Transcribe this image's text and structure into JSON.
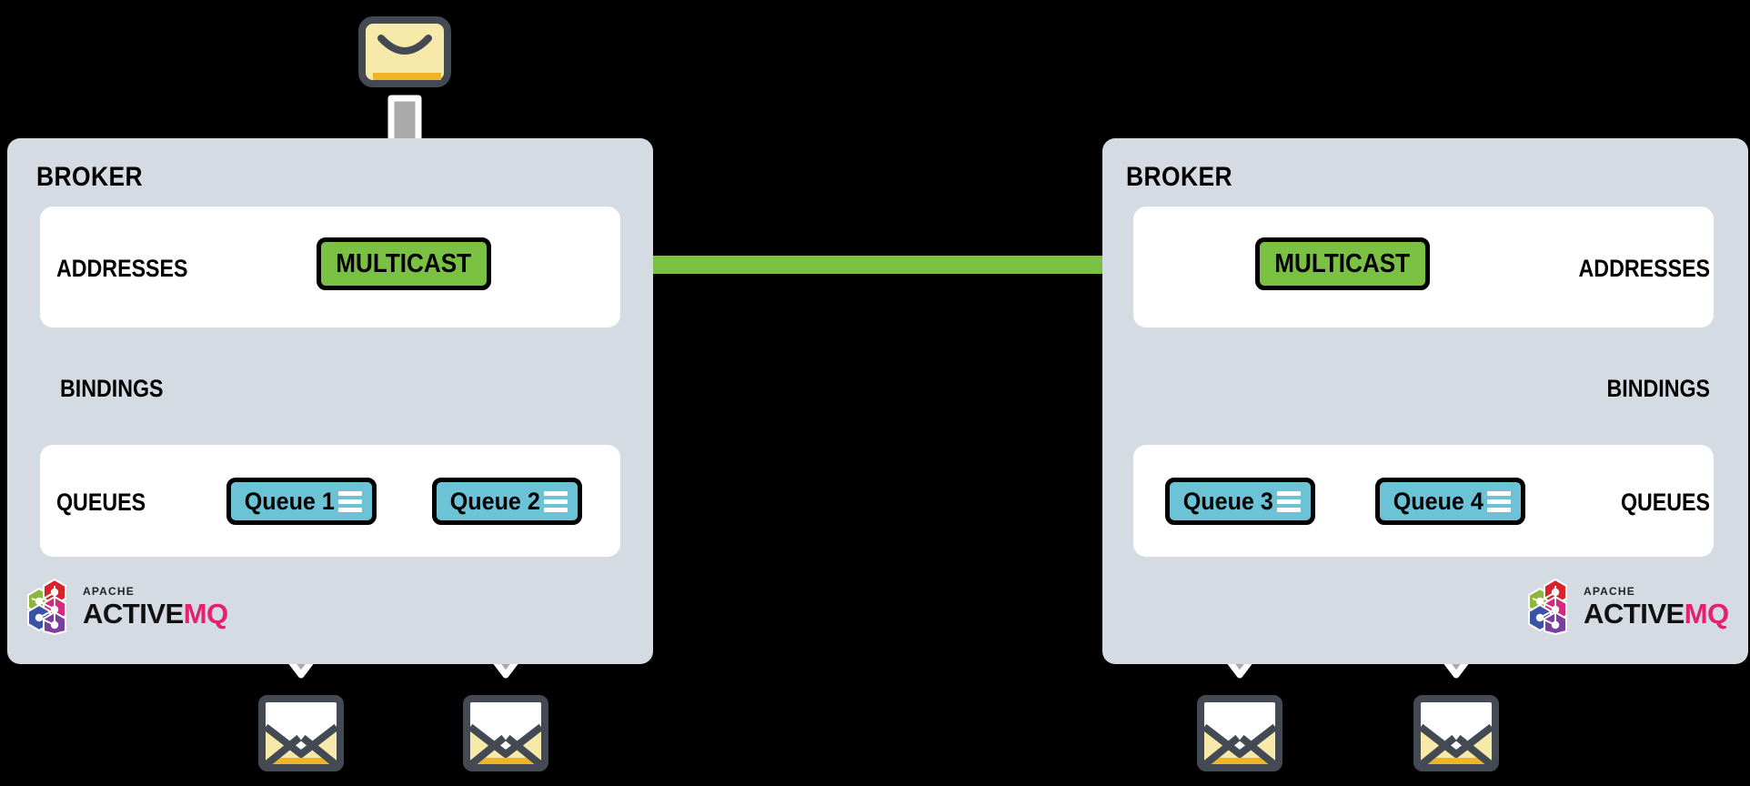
{
  "diagram": {
    "title": "ActiveMQ Artemis multicast address federation between two brokers",
    "brokers": [
      {
        "id": "broker-left",
        "title": "BROKER",
        "side": "left",
        "rows": [
          {
            "label": "ADDRESSES"
          },
          {
            "label": "BINDINGS"
          },
          {
            "label": "QUEUES"
          }
        ],
        "address": {
          "label": "MULTICAST",
          "type": "multicast"
        },
        "queues": [
          {
            "label": "Queue 1",
            "icon": "list-lines-icon"
          },
          {
            "label": "Queue 2",
            "icon": "list-lines-icon"
          }
        ],
        "logo": {
          "apache": "APACHE",
          "active": "ACTIVE",
          "mq": "MQ"
        }
      },
      {
        "id": "broker-right",
        "title": "BROKER",
        "side": "right",
        "rows": [
          {
            "label": "ADDRESSES"
          },
          {
            "label": "BINDINGS"
          },
          {
            "label": "QUEUES"
          }
        ],
        "address": {
          "label": "MULTICAST",
          "type": "multicast"
        },
        "queues": [
          {
            "label": "Queue 3",
            "icon": "list-lines-icon"
          },
          {
            "label": "Queue 4",
            "icon": "list-lines-icon"
          }
        ],
        "logo": {
          "apache": "APACHE",
          "active": "ACTIVE",
          "mq": "MQ"
        }
      }
    ],
    "messages": {
      "producer": {
        "icon": "closed-envelope-icon",
        "count": 1
      },
      "consumers": {
        "icon": "open-envelope-icon",
        "count": 4
      }
    },
    "flows": [
      {
        "from": "producer-message",
        "to": "broker-left.MULTICAST",
        "style": "gray-arrow"
      },
      {
        "from": "broker-left.MULTICAST",
        "to": "broker-left.Queue 1",
        "style": "green-arrow"
      },
      {
        "from": "broker-left.MULTICAST",
        "to": "broker-left.Queue 2",
        "style": "green-arrow"
      },
      {
        "from": "broker-left.MULTICAST",
        "to": "broker-right.MULTICAST",
        "style": "green-arrow"
      },
      {
        "from": "broker-right.MULTICAST",
        "to": "broker-right.Queue 3",
        "style": "green-arrow"
      },
      {
        "from": "broker-right.MULTICAST",
        "to": "broker-right.Queue 4",
        "style": "green-arrow"
      },
      {
        "from": "broker-left.Queue 1",
        "to": "consumer-message-1",
        "style": "gray-arrow"
      },
      {
        "from": "broker-left.Queue 2",
        "to": "consumer-message-2",
        "style": "gray-arrow"
      },
      {
        "from": "broker-right.Queue 3",
        "to": "consumer-message-3",
        "style": "gray-arrow"
      },
      {
        "from": "broker-right.Queue 4",
        "to": "consumer-message-4",
        "style": "gray-arrow"
      }
    ],
    "colors": {
      "background": "#000000",
      "broker_panel": "#d5dbe3",
      "inner_panel": "#ffffff",
      "address_green": "#7ac143",
      "queue_teal": "#6cc3d5",
      "arrow_gray": "#aaaaaa",
      "arrow_green": "#7ac143",
      "envelope_yellow": "#f5e9a8",
      "envelope_accent": "#f0b429",
      "envelope_stroke": "#434a54",
      "logo_magenta": "#e4206f"
    }
  }
}
